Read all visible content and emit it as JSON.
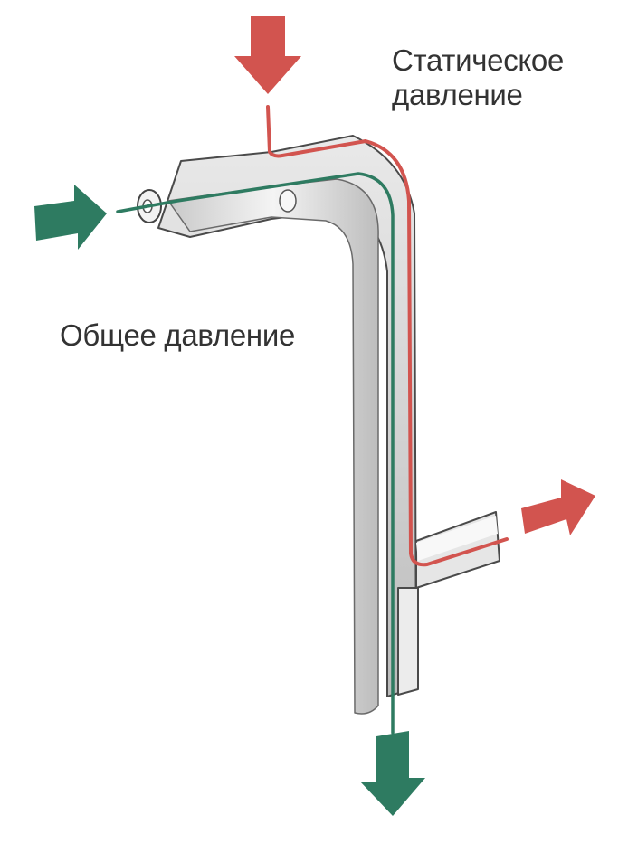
{
  "labels": {
    "static_line1": "Статическое",
    "static_line2": "давление",
    "total": "Общее давление"
  },
  "colors": {
    "red": "#d2544f",
    "green": "#2e7b61",
    "tube_fill": "#dddddd",
    "tube_stroke": "#555555",
    "text": "#333333"
  }
}
